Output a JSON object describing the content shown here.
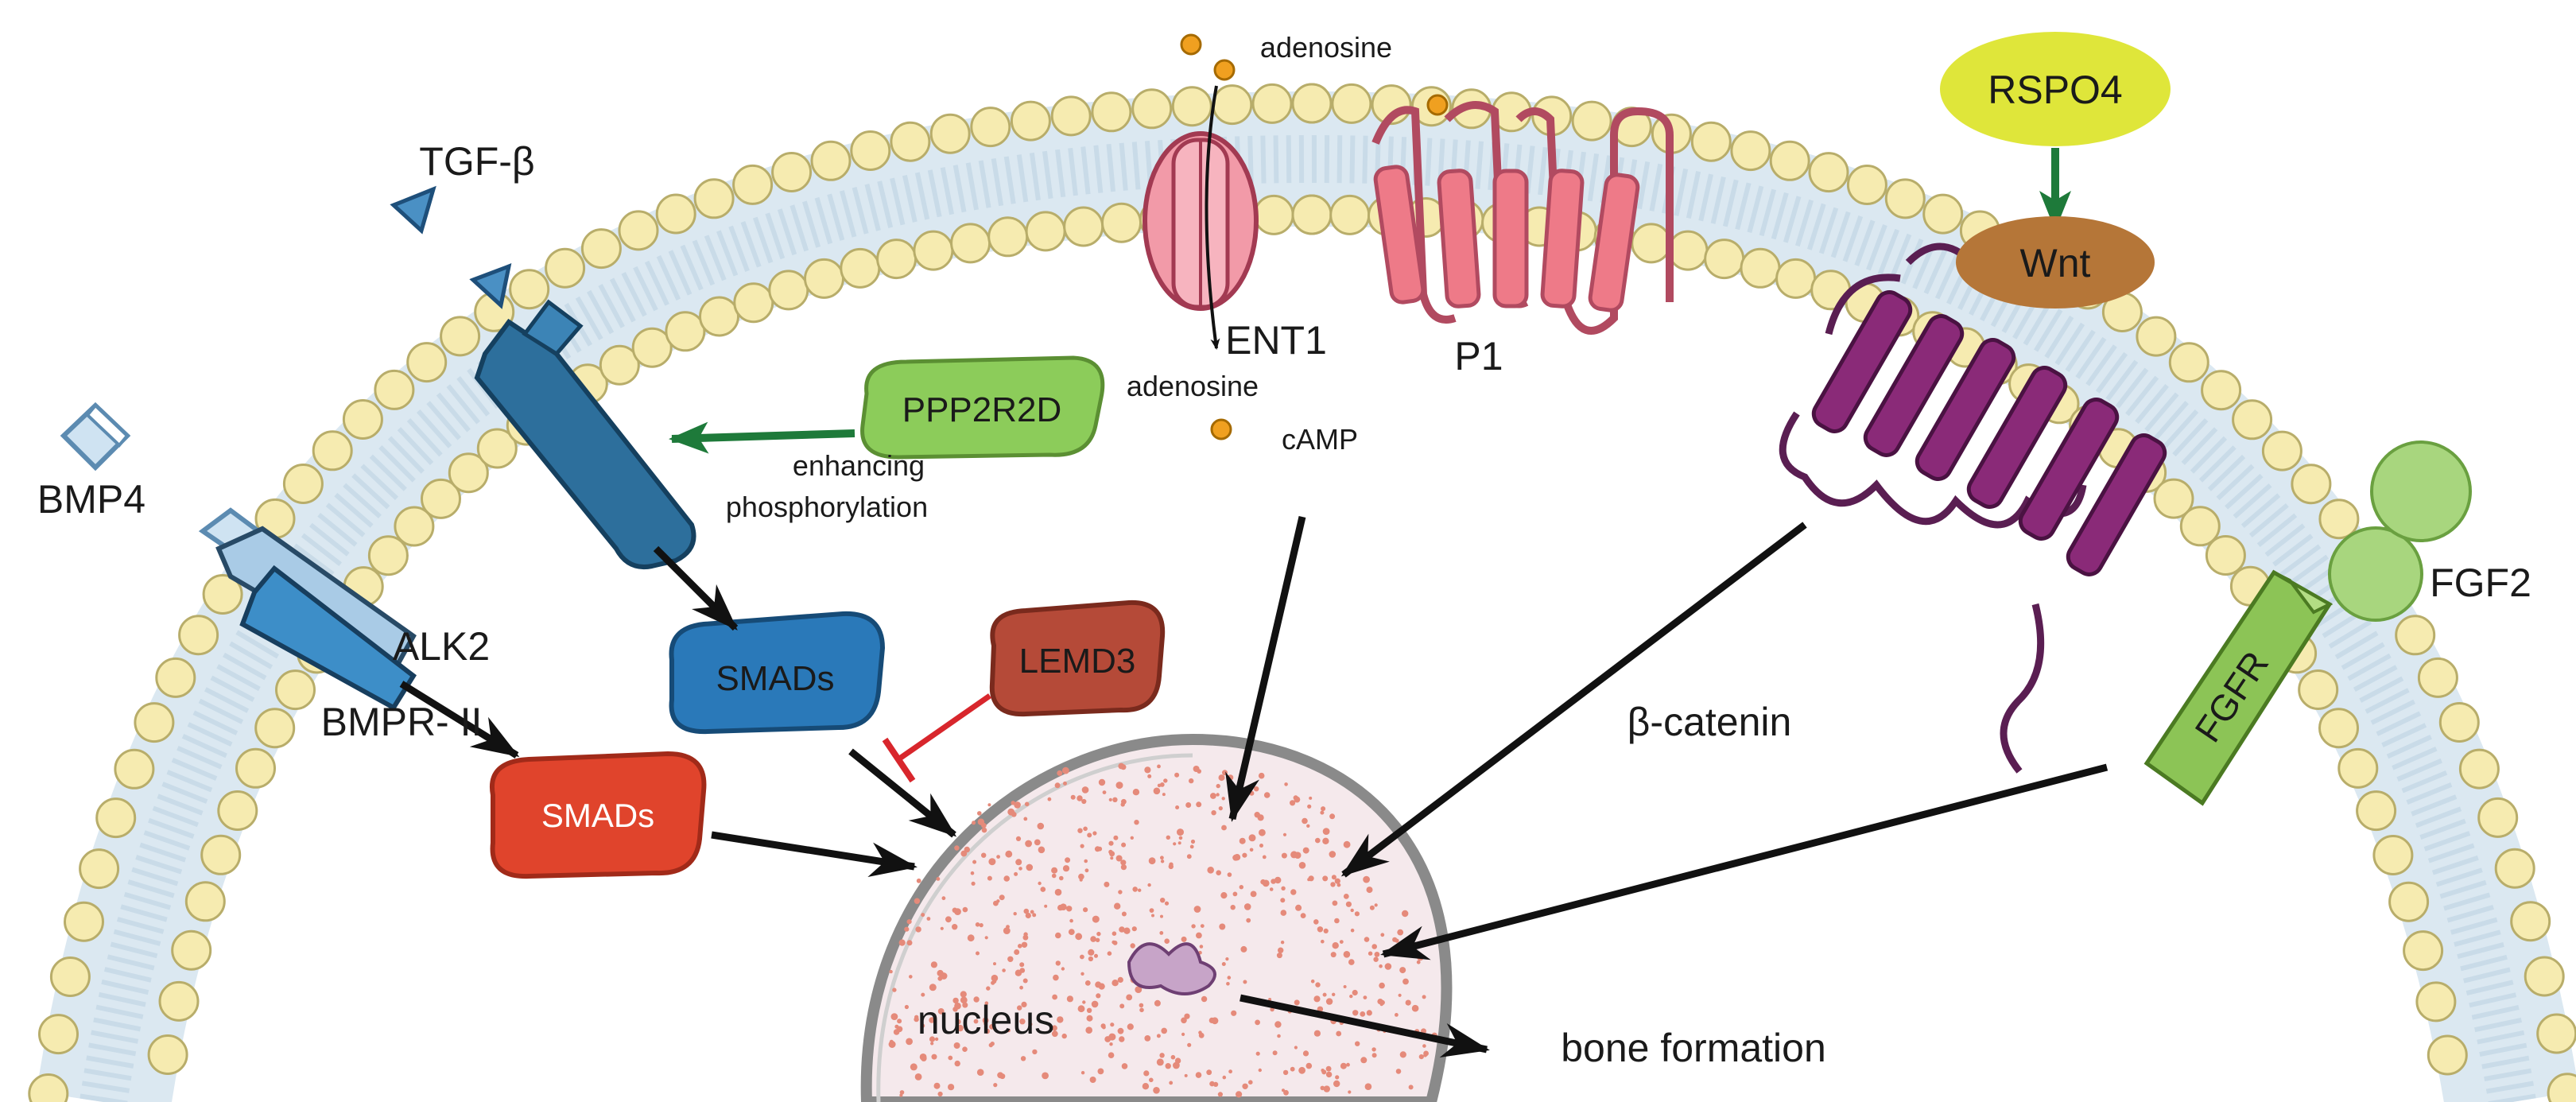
{
  "labels": {
    "tgf_beta": "TGF-β",
    "bmp4": "BMP4",
    "alk2": "ALK2",
    "bmpr2": "BMPR- II",
    "ppp2r2d": "PPP2R2D",
    "enhancing": "enhancing",
    "phosphorylation": "phosphorylation",
    "smads_blue": "SMADs",
    "smads_red": "SMADs",
    "lemd3": "LEMD3",
    "adenosine_top": "adenosine",
    "adenosine_bottom": "adenosine",
    "ent1": "ENT1",
    "camp": "cAMP",
    "p1": "P1",
    "rspo4": "RSPO4",
    "wnt": "Wnt",
    "beta_catenin": "β-catenin",
    "fgfr": "FGFR",
    "fgf2": "FGF2",
    "nucleus": "nucleus",
    "bone_formation": "bone formation"
  },
  "colors": {
    "membrane_fill": "#dbe8f1",
    "lipid_head": "#f6ebb0",
    "lipid_stroke": "#b8ad6a",
    "tgf_receptor": "#2d6f9c",
    "bmp_receptor_light": "#a9cbe6",
    "bmp_receptor_dark": "#3d8ec8",
    "smads_blue": "#2a79b9",
    "smads_red": "#e0442c",
    "lemd3": "#b54a38",
    "ppp2r2d": "#8ccc5a",
    "rspo4": "#dfe63a",
    "wnt": "#b57638",
    "ent1": "#f29aa8",
    "p1": "#ee7a88",
    "frizzled": "#8a2a78",
    "fgfr": "#8cc456",
    "fgf2": "#a8d67e",
    "nucleus_fill": "#f5e9ec",
    "nucleus_dots": "#e58a7a",
    "green_arrow": "#1e7a3a",
    "inhibit_red": "#d8262c",
    "adenosine_dot": "#f0a020"
  }
}
